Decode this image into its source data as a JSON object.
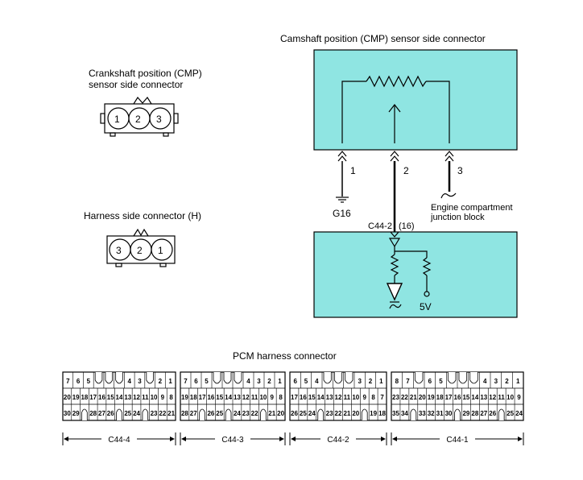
{
  "labels": {
    "camshaft_title": "Camshaft position (CMP) sensor side connector",
    "crank_title_1": "Crankshaft position (CMP)",
    "crank_title_2": "sensor side connector",
    "harness_title": "Harness side connector (H)",
    "g16": "G16",
    "c44_2_pin": "C44-2",
    "c44_2_num": "(16)",
    "ecjb_1": "Engine compartment",
    "ecjb_2": "junction block",
    "v5": "5V",
    "pcm_title": "PCM harness connector"
  },
  "wire_pins": [
    "1",
    "2",
    "3"
  ],
  "crank_pins": [
    "1",
    "2",
    "3"
  ],
  "harness_pins": [
    "3",
    "2",
    "1"
  ],
  "pcm_connectors": [
    {
      "label": "C44-4",
      "rows": [
        [
          "7",
          "6",
          "5",
          "",
          "",
          "",
          "4",
          "3",
          "",
          "2",
          "1"
        ],
        [
          "20",
          "19",
          "18",
          "17",
          "16",
          "15",
          "14",
          "13",
          "12",
          "11",
          "10",
          "9",
          "8"
        ],
        [
          "30",
          "29",
          "",
          "28",
          "27",
          "26",
          "",
          "25",
          "24",
          "",
          "23",
          "22",
          "21"
        ]
      ]
    },
    {
      "label": "C44-3",
      "rows": [
        [
          "7",
          "6",
          "5",
          "",
          "",
          "",
          "4",
          "3",
          "2",
          "1"
        ],
        [
          "19",
          "18",
          "17",
          "16",
          "15",
          "14",
          "13",
          "12",
          "11",
          "10",
          "9",
          "8"
        ],
        [
          "28",
          "27",
          "",
          "26",
          "25",
          "",
          "24",
          "23",
          "22",
          "",
          "21",
          "20"
        ]
      ]
    },
    {
      "label": "C44-2",
      "rows": [
        [
          "6",
          "5",
          "4",
          "",
          "",
          "",
          "3",
          "2",
          "1"
        ],
        [
          "17",
          "16",
          "15",
          "14",
          "13",
          "12",
          "11",
          "10",
          "9",
          "8",
          "7"
        ],
        [
          "26",
          "25",
          "24",
          "",
          "23",
          "22",
          "21",
          "20",
          "",
          "19",
          "18"
        ]
      ]
    },
    {
      "label": "C44-1",
      "rows": [
        [
          "8",
          "7",
          "",
          "6",
          "5",
          "",
          "",
          "",
          "4",
          "3",
          "2",
          "1"
        ],
        [
          "23",
          "22",
          "21",
          "20",
          "19",
          "18",
          "17",
          "16",
          "15",
          "14",
          "13",
          "12",
          "11",
          "10",
          "9"
        ],
        [
          "35",
          "34",
          "",
          "33",
          "32",
          "31",
          "30",
          "",
          "29",
          "28",
          "27",
          "26",
          "",
          "25",
          "24"
        ]
      ]
    }
  ]
}
